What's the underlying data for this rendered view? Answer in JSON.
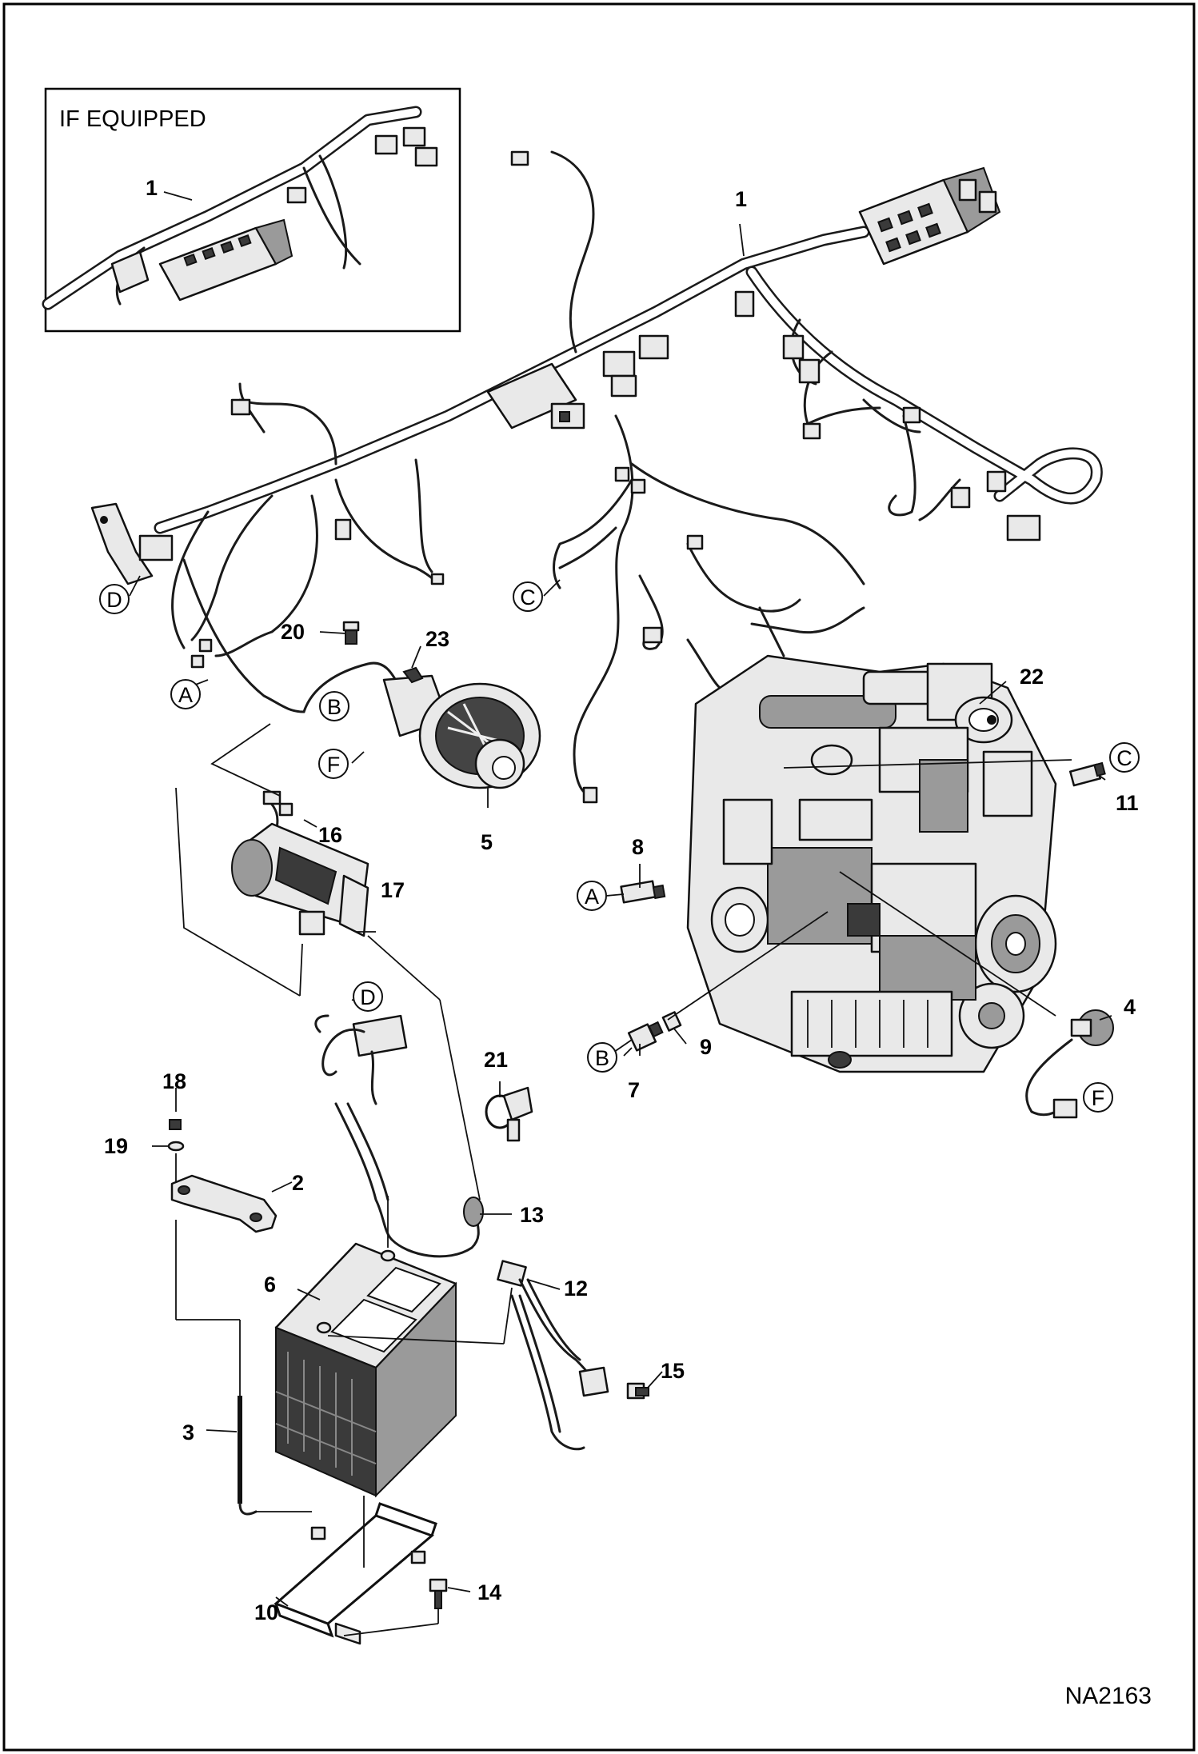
{
  "inset": {
    "label": "IF EQUIPPED",
    "callout": "1"
  },
  "callouts": {
    "c1": "1",
    "c2": "2",
    "c3": "3",
    "c4": "4",
    "c5": "5",
    "c6": "6",
    "c7": "7",
    "c8": "8",
    "c9": "9",
    "c10": "10",
    "c11": "11",
    "c12": "12",
    "c13": "13",
    "c14": "14",
    "c15": "15",
    "c16": "16",
    "c17": "17",
    "c18": "18",
    "c19": "19",
    "c20": "20",
    "c21": "21",
    "c22": "22",
    "c23": "23"
  },
  "connectors": {
    "A1": "A",
    "A2": "A",
    "B1": "B",
    "B2": "B",
    "C1": "C",
    "C2": "C",
    "D1": "D",
    "D2": "D",
    "F1": "F",
    "F2": "F"
  },
  "figure_id": "NA2163"
}
